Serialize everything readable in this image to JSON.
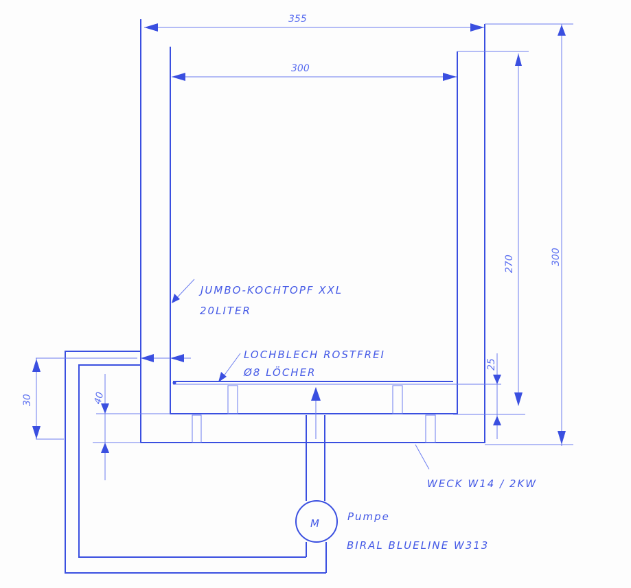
{
  "dimensions": {
    "outer_width": "355",
    "inner_width": "300",
    "inner_height": "270",
    "outer_height": "300",
    "sheet_height": "25",
    "gap_height": "40",
    "pipe_height": "30"
  },
  "labels": {
    "pot_line1": "JUMBO-KOCHTOPF XXL",
    "pot_line2": "20LITER",
    "sheet_line1": "LOCHBLECH ROSTFREI",
    "sheet_line2": "Ø8 LÖCHER",
    "heater": "WECK W14 / 2KW",
    "pump_symbol": "M",
    "pump_line1": "Pumpe",
    "pump_line2": "BIRAL BLUELINE W313"
  },
  "colors": {
    "ink": "#3a4fe0",
    "paper": "#fdfdfd"
  }
}
